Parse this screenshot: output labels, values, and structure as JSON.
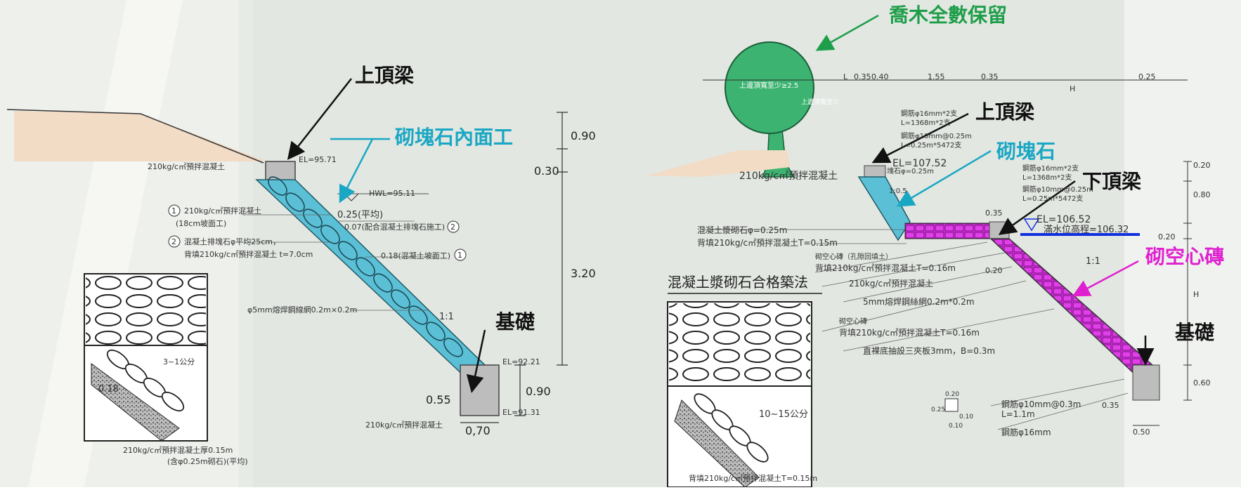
{
  "callouts": {
    "top_beam_left": "上頂梁",
    "inner_face_left": "砌塊石內面工",
    "foundation_left": "基礎",
    "trees": "喬木全數保留",
    "top_beam_right": "上頂梁",
    "block_stone_right": "砌塊石",
    "lower_top_beam": "下頂梁",
    "hollow_brick": "砌空心磚",
    "foundation_right": "基礎"
  },
  "left": {
    "concrete_top": "210kg/c㎡預拌混凝土",
    "el_top": "EL=95.71",
    "hwl": "HWL=95.11",
    "note1_line1": "210kg/c㎡預拌混凝土",
    "note1_line2": "(18cm坡面工)",
    "note2_line1": "混凝土排塊石φ平均25cm，",
    "note2_line2": "背填210kg/c㎡預拌混凝土 t=7.0cm",
    "slope_025": "0.25(平均)",
    "slope_007": "0.07(配合混凝土排塊石施工)",
    "slope_018": "0.18(混凝土坡面工)",
    "mesh": "φ5mm熔焊鋼線網0.2m×0.2m",
    "ratio": "1:1",
    "dim_090a": "0.90",
    "dim_030": "0.30",
    "dim_320": "3.20",
    "el_mid": "EL=92.21",
    "dim_055": "0.55",
    "dim_090b": "0.90",
    "el_bot": "EL=91.31",
    "dim_070": "0,70",
    "found_concrete": "210kg/c㎡預拌混凝土",
    "detail_gap": "3~1公分",
    "detail_thick": "0.18",
    "detail_note_line1": "210kg/c㎡預拌混凝土厚0.15m",
    "detail_note_line2": "(含φ0.25m砌石)(平均)",
    "circle1": "1",
    "circle2": "2"
  },
  "right": {
    "crown_width": "上邊頂寬至少≥2.5",
    "crown_note": "上邊頂寬至少",
    "dims_top": [
      "L",
      "0.35",
      "0.40",
      "1.55",
      "0.35",
      "H",
      "0.25"
    ],
    "rebar1_line1": "鋼筋φ16mm*2支",
    "rebar1_line2": "L=1368m*2支",
    "rebar2_line1": "鋼筋φ10mm@0.25m",
    "rebar2_line2": "L=0.25m*5472支",
    "el_top": "EL=107.52",
    "stone_dia": "塊石φ=0.25m",
    "concrete_top": "210kg/c㎡預拌混凝土",
    "slope_small": "1:0.5",
    "rebar3_line1": "鋼筋φ16mm*2支",
    "rebar3_line2": "L=1368m*2支",
    "rebar4_line1": "鋼筋φ10mm@0.25m",
    "rebar4_line2": "L=0.25m*5472支",
    "dim_035": "0.35",
    "el_mid": "EL=106.52",
    "water_level": "滿水位高程=106.32",
    "dim_020_top": "0.20",
    "dim_080": "0.80",
    "dim_020_mid": "0.20",
    "dim_H": "H",
    "dim_060": "0.60",
    "dim_020_low": "0.20",
    "note_stone": "混凝土漿砌石φ=0.25m",
    "note_backfill": "背填210kg/c㎡預拌混凝土T=0.15m",
    "note_hollow1": "砌空心磚（孔隙回填土）",
    "note_hollow2": "背填210kg/c㎡預拌混凝土T=0.16m",
    "note_concrete": "210kg/c㎡預拌混凝土",
    "note_mesh": "5mm熔焊鋼絲網0.2m*0.2m",
    "note_hollow3": "砌空心磚",
    "note_hollow4": "背填210kg/c㎡預拌混凝土T=0.16m",
    "note_board": "直裸底抽設三夾板3mm，B=0.3m",
    "ratio": "1:1",
    "dim_035b": "0.35",
    "dim_050": "0.50",
    "rebar_bottom1": "鋼筋φ10mm@0.3m",
    "rebar_bottom2": "L=1.1m",
    "rebar_bottom3": "鋼筋φ16mm",
    "small_dims": [
      "0.20",
      "0.25",
      "0.10",
      "0.10"
    ],
    "method_title": "混凝土漿砌石合格築法",
    "method_gap": "10~15公分",
    "method_note": "背填210kg/c㎡預拌混凝土T=0.15m"
  },
  "colors": {
    "inner_face": "#5bc0d6",
    "hollow_brick": "#e040e8",
    "tree": "#3cb371",
    "callout_blue": "#1aa7c4",
    "callout_green": "#1f9e4a",
    "callout_magenta": "#e020d0",
    "water_line": "#1030e0"
  }
}
